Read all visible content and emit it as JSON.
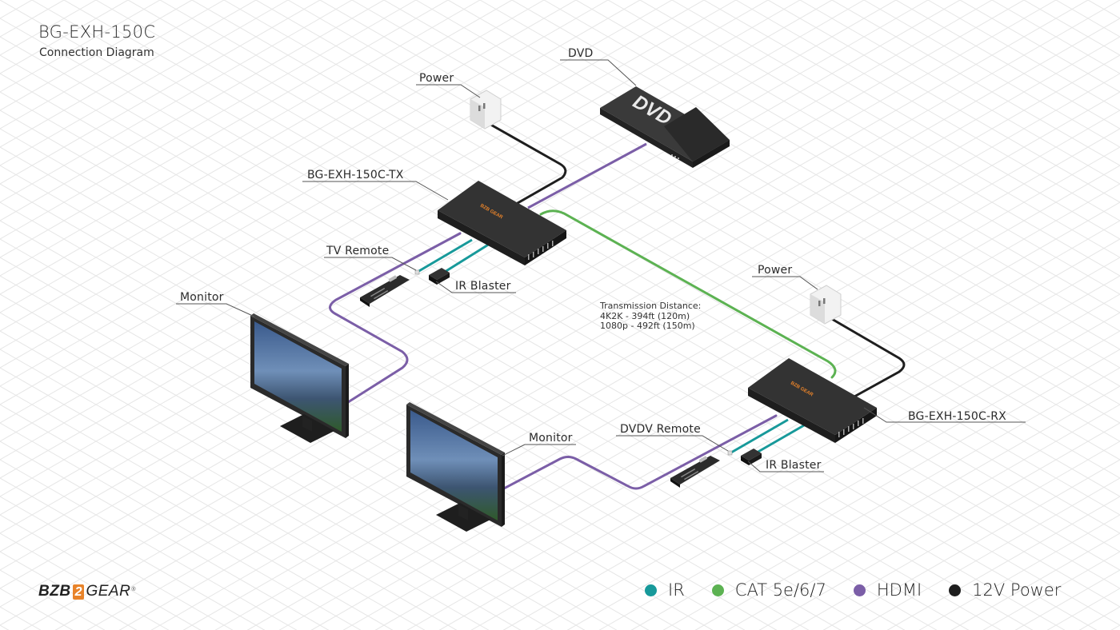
{
  "header": {
    "title": "BG-EXH-150C",
    "subtitle": "Connection Diagram"
  },
  "labels": {
    "power_tx": "Power",
    "dvd": "DVD",
    "tx_unit": "BG-EXH-150C-TX",
    "tv_remote": "TV Remote",
    "ir_blaster_tx": "IR Blaster",
    "monitor_left": "Monitor",
    "power_rx": "Power",
    "rx_unit": "BG-EXH-150C-RX",
    "dvd_remote": "DVDV Remote",
    "ir_blaster_rx": "IR Blaster",
    "monitor_right": "Monitor"
  },
  "transmission": {
    "heading": "Transmission Distance:",
    "line1": "4K2K - 394ft (120m)",
    "line2": "1080p - 492ft (150m)"
  },
  "devices": {
    "dvd_logo": "DVD",
    "unit_brand": "BZB GEAR"
  },
  "legend": [
    {
      "label": "IR",
      "color": "#17999a"
    },
    {
      "label": "CAT 5e/6/7",
      "color": "#5cb252"
    },
    {
      "label": "HDMI",
      "color": "#7b5ea7"
    },
    {
      "label": "12V Power",
      "color": "#1e1e1e"
    }
  ],
  "brand": {
    "part1": "BZB",
    "part2": "2",
    "part3": "GEAR",
    "reg": "®"
  },
  "colors": {
    "ir": "#17999a",
    "cat": "#5cb252",
    "hdmi": "#7b5ea7",
    "power": "#1e1e1e",
    "device": "#2f2f2f",
    "grid": "#e4e4e4"
  }
}
